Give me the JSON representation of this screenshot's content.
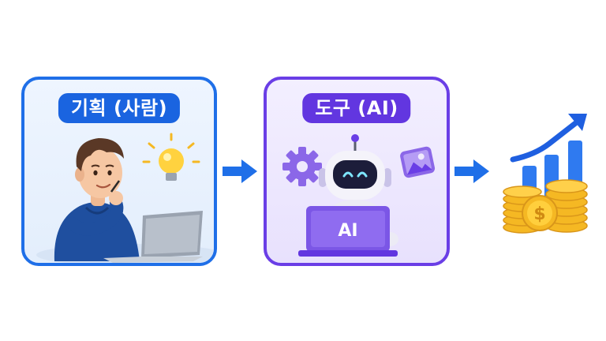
{
  "plan_panel": {
    "title": "기획 (사람)"
  },
  "tool_panel": {
    "title": "도구 (AI)",
    "laptop_label": "AI"
  },
  "result": {
    "coin_symbol": "$"
  },
  "colors": {
    "plan_accent": "#1a64e0",
    "tool_accent": "#6236e0",
    "arrow": "#1f6fe8",
    "coin": "#f5b823",
    "bar": "#2f7af0"
  },
  "icons": [
    "person-icon",
    "lightbulb-icon",
    "laptop-icon",
    "gear-icon",
    "robot-icon",
    "image-icon",
    "arrow-right-icon",
    "bar-chart-icon",
    "trend-arrow-icon",
    "coin-stack-icon"
  ]
}
